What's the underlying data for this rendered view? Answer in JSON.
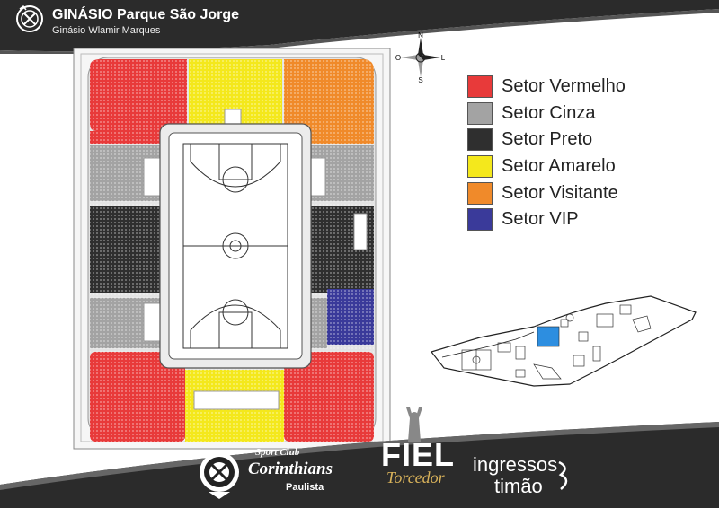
{
  "header": {
    "title": "GINÁSIO Parque São Jorge",
    "subtitle": "Ginásio Wlamir Marques"
  },
  "compass": {
    "n": "N",
    "s": "S",
    "l": "L",
    "o": "O"
  },
  "legend": {
    "items": [
      {
        "label": "Setor Vermelho",
        "color": "#e83a3a"
      },
      {
        "label": "Setor Cinza",
        "color": "#a3a3a3"
      },
      {
        "label": "Setor Preto",
        "color": "#2f2f2f"
      },
      {
        "label": "Setor Amarelo",
        "color": "#f4e81c"
      },
      {
        "label": "Setor Visitante",
        "color": "#f08a2a"
      },
      {
        "label": "Setor VIP",
        "color": "#3a3a9a"
      }
    ]
  },
  "logos": {
    "sc_line1": "Sport Club",
    "sc_line2": "Corinthians",
    "sc_line3": "Paulista",
    "fiel_big": "FIEL",
    "fiel_small": "Torcedor",
    "ing_line1": "ingressos",
    "ing_line2": "timão"
  },
  "colors": {
    "band": "#2b2b2b",
    "court": "#ffffff",
    "lines": "#333333"
  }
}
